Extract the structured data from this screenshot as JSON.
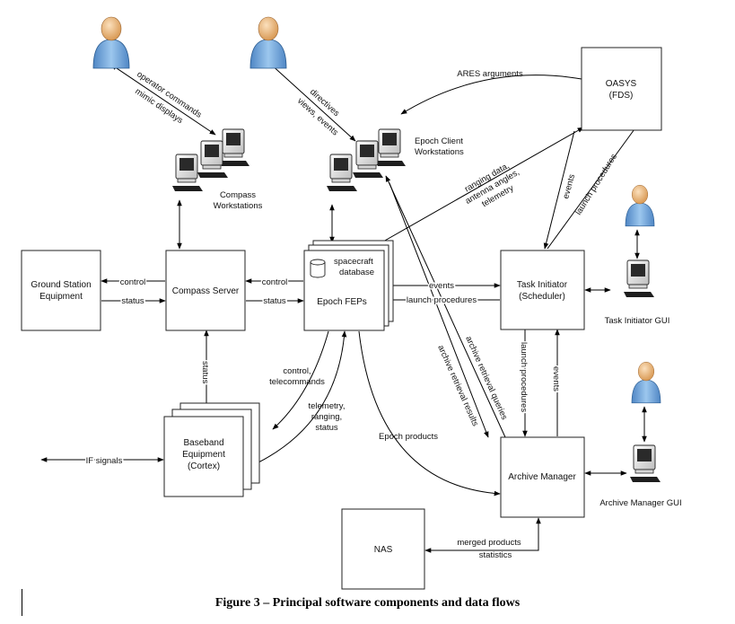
{
  "nodes": {
    "ground_station": [
      "Ground Station",
      "Equipment"
    ],
    "compass_server": [
      "Compass Server"
    ],
    "epoch_feps": [
      "Epoch FEPs"
    ],
    "spacecraft_db": [
      "spacecraft",
      "database"
    ],
    "task_initiator": [
      "Task Initiator",
      "(Scheduler)"
    ],
    "oasys": [
      "OASYS",
      "(FDS)"
    ],
    "baseband": [
      "Baseband",
      "Equipment",
      "(Cortex)"
    ],
    "archive_manager": [
      "Archive Manager"
    ],
    "nas": [
      "NAS"
    ]
  },
  "workstations": {
    "compass": [
      "Compass",
      "Workstations"
    ],
    "epoch_client": [
      "Epoch Client",
      "Workstations"
    ],
    "task_initiator_gui": [
      "Task Initiator GUI"
    ],
    "archive_manager_gui": [
      "Archive Manager GUI"
    ]
  },
  "flows": {
    "operator_commands": "operator commands",
    "mimic_displays": "mimic displays",
    "directives": "directives",
    "views_events": "views, events",
    "ares_arguments": "ARES arguments",
    "ranging_data": [
      "ranging data,",
      "antenna angles,",
      "telemetry"
    ],
    "events_oasys": "events",
    "launch_procedures_oasys": "launch procedures",
    "control_gs": "control",
    "status_gs": "status",
    "control_cs": "control",
    "status_cs": "status",
    "events_fep": "events",
    "launch_procedures_fep": "launch procedures",
    "status_bb": "status",
    "control_telecommands": [
      "control,",
      "telecommands"
    ],
    "telemetry_ranging_status": [
      "telemetry,",
      "ranging,",
      "status"
    ],
    "archive_retrieval_queries": "archive retrieval queries",
    "archive_retrieval_results": "archive retrieval results",
    "launch_procedures_ti": "launch procedures",
    "events_am": "events",
    "epoch_products": "Epoch products",
    "if_signals": "IF signals",
    "merged_products": [
      "merged products",
      "statistics"
    ]
  },
  "caption": "Figure 3 – Principal software components and data flows"
}
